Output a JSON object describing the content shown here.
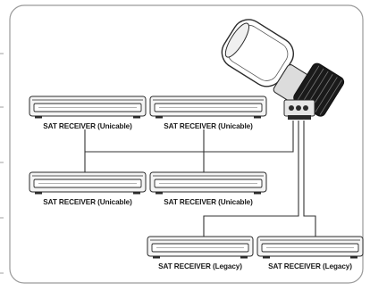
{
  "receivers": [
    {
      "id": "r1",
      "label": "SAT RECEIVER (Unicable)"
    },
    {
      "id": "r2",
      "label": "SAT RECEIVER (Unicable)"
    },
    {
      "id": "r3",
      "label": "SAT RECEIVER (Unicable)"
    },
    {
      "id": "r4",
      "label": "SAT RECEIVER (Unicable)"
    },
    {
      "id": "r5",
      "label": "SAT RECEIVER (Legacy)"
    },
    {
      "id": "r6",
      "label": "SAT RECEIVER (Legacy)"
    }
  ],
  "lnb": {
    "icon": "satellite-lnb-icon"
  },
  "colors": {
    "frame": "#9a9a9a",
    "line": "#333333",
    "device": "#2a2a2a"
  }
}
